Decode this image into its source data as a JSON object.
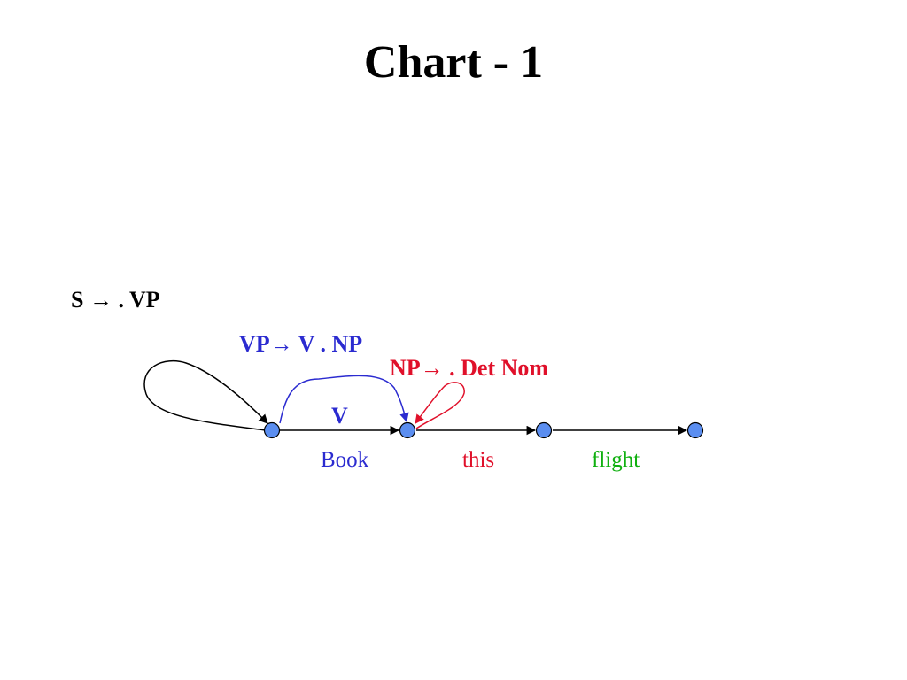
{
  "title": "Chart - 1",
  "rules": {
    "s_rule": "S → . VP",
    "vp_rule": "VP→ V . NP",
    "np_rule": "NP→ . Det Nom"
  },
  "edge_label": "V",
  "words": {
    "book": "Book",
    "this": "this",
    "flight": "flight"
  },
  "colors": {
    "blue": "#2b2bd0",
    "red": "#e0102a",
    "green": "#10b010",
    "node_fill": "#5b8ef0"
  }
}
